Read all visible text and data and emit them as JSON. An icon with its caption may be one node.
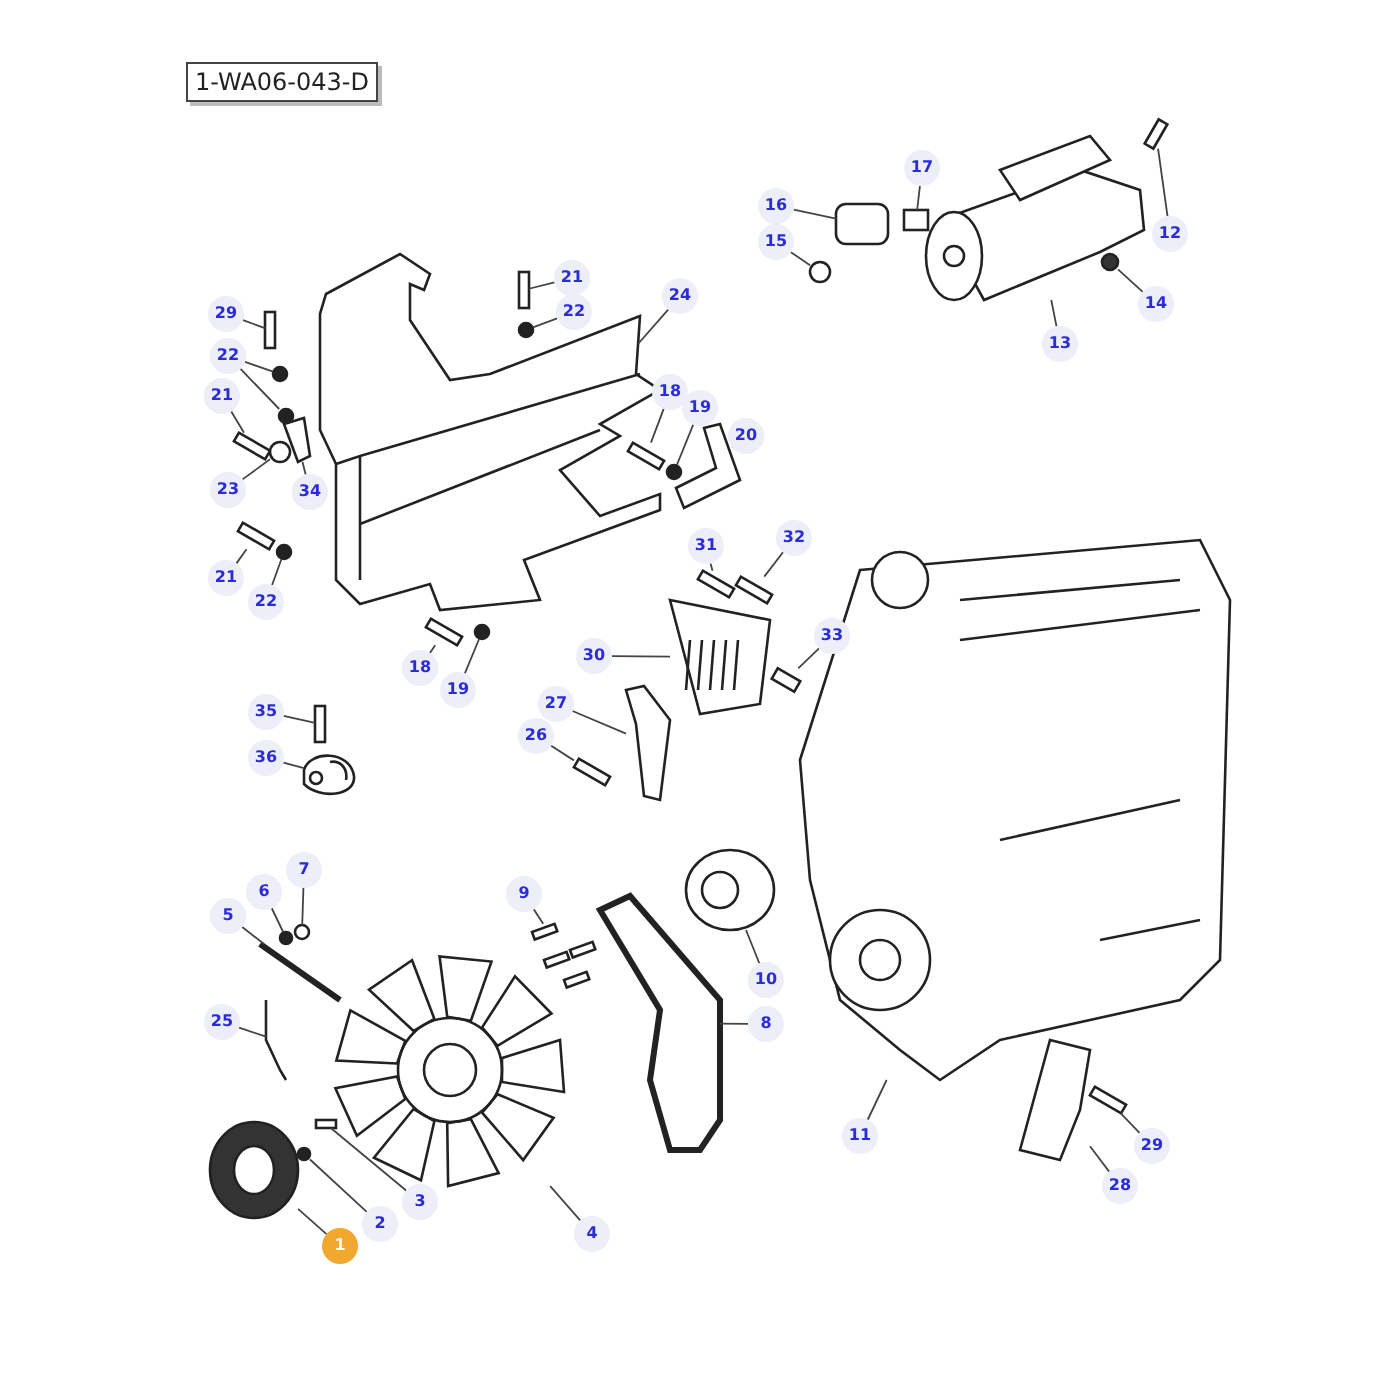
{
  "diagram": {
    "nodes": [
      {
        "text": [
          "1-WA06-043-D"
        ]
      },
      {
        "text": [
          "17"
        ]
      },
      {
        "text": [
          "16"
        ]
      },
      {
        "text": [
          "12"
        ]
      },
      {
        "text": [
          "15"
        ]
      },
      {
        "text": [
          "21"
        ]
      },
      {
        "text": [
          "14"
        ]
      },
      {
        "text": [
          "24"
        ]
      },
      {
        "text": [
          "22"
        ]
      },
      {
        "text": [
          "29"
        ]
      },
      {
        "text": [
          "13"
        ]
      },
      {
        "text": [
          "22"
        ]
      },
      {
        "text": [
          "18"
        ]
      },
      {
        "text": [
          "21"
        ]
      },
      {
        "text": [
          "19"
        ]
      },
      {
        "text": [
          "20"
        ]
      },
      {
        "text": [
          "34"
        ]
      },
      {
        "text": [
          "23"
        ]
      },
      {
        "text": [
          "31"
        ]
      },
      {
        "text": [
          "32"
        ]
      },
      {
        "text": [
          "21"
        ]
      },
      {
        "text": [
          "22"
        ]
      },
      {
        "text": [
          "33"
        ]
      },
      {
        "text": [
          "30"
        ]
      },
      {
        "text": [
          "18"
        ]
      },
      {
        "text": [
          "19"
        ]
      },
      {
        "text": [
          "27"
        ]
      },
      {
        "text": [
          "35"
        ]
      },
      {
        "text": [
          "26"
        ]
      },
      {
        "text": [
          "36"
        ]
      },
      {
        "text": [
          "7"
        ]
      },
      {
        "text": [
          "6"
        ]
      },
      {
        "text": [
          "9"
        ]
      },
      {
        "text": [
          "5"
        ]
      },
      {
        "text": [
          "10"
        ]
      },
      {
        "text": [
          "25"
        ]
      },
      {
        "text": [
          "8"
        ]
      },
      {
        "text": [
          "11"
        ]
      },
      {
        "text": [
          "29"
        ]
      },
      {
        "text": [
          "28"
        ]
      },
      {
        "text": [
          "3"
        ]
      },
      {
        "text": [
          "2"
        ]
      },
      {
        "text": [
          "4"
        ]
      },
      {
        "text": [
          "1"
        ]
      },
      {
        "text": [],
        "shape": "box"
      },
      {
        "text": [],
        "shape": "box"
      },
      {
        "text": [],
        "shape": "box"
      },
      {
        "text": [],
        "shape": "circle"
      },
      {
        "text": [],
        "shape": "box"
      },
      {
        "text": [],
        "shape": "circle"
      },
      {
        "text": [],
        "shape": "picture"
      },
      {
        "text": [],
        "shape": "circle"
      },
      {
        "text": [],
        "shape": "box"
      },
      {
        "text": [],
        "shape": "picture"
      },
      {
        "text": [],
        "shape": "circle"
      },
      {
        "text": [],
        "shape": "circle"
      },
      {
        "text": [],
        "shape": "box"
      },
      {
        "text": [],
        "shape": "box"
      },
      {
        "text": [],
        "shape": "circle"
      },
      {
        "text": [],
        "shape": "picture"
      },
      {
        "text": [],
        "shape": "picture"
      },
      {
        "text": [],
        "shape": "circle"
      },
      {
        "text": [],
        "shape": "box"
      },
      {
        "text": [],
        "shape": "box"
      },
      {
        "text": [],
        "shape": "box"
      },
      {
        "text": [],
        "shape": "circle"
      },
      {
        "text": [],
        "shape": "box"
      },
      {
        "text": [],
        "shape": "picture"
      },
      {
        "text": [],
        "shape": "box"
      },
      {
        "text": [],
        "shape": "circle"
      },
      {
        "text": [],
        "shape": "picture"
      },
      {
        "text": [],
        "shape": "box"
      },
      {
        "text": [],
        "shape": "box"
      },
      {
        "text": [],
        "shape": "picture"
      },
      {
        "text": [],
        "shape": "circle"
      },
      {
        "text": [],
        "shape": "circle"
      },
      {
        "text": [],
        "shape": "picture"
      },
      {
        "text": [],
        "shape": "picture"
      },
      {
        "text": [],
        "shape": "picture"
      },
      {
        "text": [],
        "shape": "picture"
      },
      {
        "text": [],
        "shape": "picture"
      },
      {
        "text": [],
        "shape": "picture"
      },
      {
        "text": [],
        "shape": "box"
      },
      {
        "text": [],
        "shape": "picture"
      },
      {
        "text": [],
        "shape": "box"
      },
      {
        "text": [],
        "shape": "circle"
      },
      {
        "text": [],
        "shape": "picture"
      },
      {
        "text": [],
        "shape": "picture"
      }
    ],
    "edges": [
      {
        "from": 1,
        "to": 44,
        "arrow": "none"
      },
      {
        "from": 2,
        "to": 45,
        "arrow": "none"
      },
      {
        "from": 3,
        "to": 46,
        "arrow": "none"
      },
      {
        "from": 4,
        "to": 47,
        "arrow": "none"
      },
      {
        "from": 5,
        "to": 48,
        "arrow": "none"
      },
      {
        "from": 6,
        "to": 49,
        "arrow": "none"
      },
      {
        "from": 7,
        "to": 50,
        "arrow": "none"
      },
      {
        "from": 8,
        "to": 51,
        "arrow": "none"
      },
      {
        "from": 9,
        "to": 52,
        "arrow": "none"
      },
      {
        "from": 10,
        "to": 53,
        "arrow": "none"
      },
      {
        "from": 11,
        "to": 54,
        "arrow": "none"
      },
      {
        "from": 11,
        "to": 55,
        "arrow": "none"
      },
      {
        "from": 12,
        "to": 56,
        "arrow": "none"
      },
      {
        "from": 13,
        "to": 57,
        "arrow": "none"
      },
      {
        "from": 14,
        "to": 58,
        "arrow": "none"
      },
      {
        "from": 15,
        "to": 59,
        "arrow": "none"
      },
      {
        "from": 16,
        "to": 60,
        "arrow": "none"
      },
      {
        "from": 17,
        "to": 61,
        "arrow": "none"
      },
      {
        "from": 18,
        "to": 62,
        "arrow": "none"
      },
      {
        "from": 19,
        "to": 63,
        "arrow": "none"
      },
      {
        "from": 20,
        "to": 64,
        "arrow": "none"
      },
      {
        "from": 21,
        "to": 65,
        "arrow": "none"
      },
      {
        "from": 22,
        "to": 66,
        "arrow": "none"
      },
      {
        "from": 23,
        "to": 67,
        "arrow": "none"
      },
      {
        "from": 24,
        "to": 68,
        "arrow": "none"
      },
      {
        "from": 25,
        "to": 69,
        "arrow": "none"
      },
      {
        "from": 26,
        "to": 70,
        "arrow": "none"
      },
      {
        "from": 27,
        "to": 71,
        "arrow": "none"
      },
      {
        "from": 28,
        "to": 72,
        "arrow": "none"
      },
      {
        "from": 29,
        "to": 73,
        "arrow": "none"
      },
      {
        "from": 30,
        "to": 74,
        "arrow": "none"
      },
      {
        "from": 31,
        "to": 75,
        "arrow": "none"
      },
      {
        "from": 32,
        "to": 76,
        "arrow": "none"
      },
      {
        "from": 33,
        "to": 77,
        "arrow": "none"
      },
      {
        "from": 34,
        "to": 78,
        "arrow": "none"
      },
      {
        "from": 35,
        "to": 79,
        "arrow": "none"
      },
      {
        "from": 36,
        "to": 80,
        "arrow": "none"
      },
      {
        "from": 37,
        "to": 81,
        "arrow": "none"
      },
      {
        "from": 38,
        "to": 82,
        "arrow": "none"
      },
      {
        "from": 39,
        "to": 83,
        "arrow": "none"
      },
      {
        "from": 40,
        "to": 84,
        "arrow": "none"
      },
      {
        "from": 41,
        "to": 85,
        "arrow": "none"
      },
      {
        "from": 42,
        "to": 86,
        "arrow": "none"
      },
      {
        "from": 43,
        "to": 87,
        "arrow": "none"
      }
    ]
  }
}
